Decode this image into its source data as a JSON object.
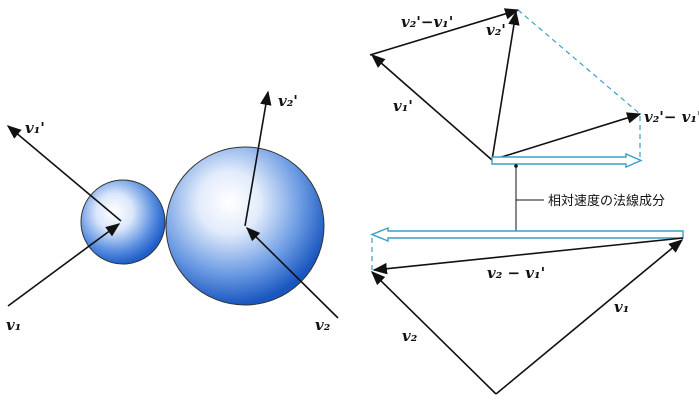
{
  "labels": {
    "v1_prime_left": "v₁'",
    "v2_prime_left": "v₂'",
    "v1_left": "v₁",
    "v2_left": "v₂",
    "top_diff": "v₂'−v₁'",
    "v2_prime_top": "v₂'",
    "v1_prime_top": "v₁'",
    "right_diff": "v₂'− v₁'",
    "annotation": "相対速度の法線成分",
    "bottom_diff": "v₂ − v₁'",
    "v1_bottom": "v₁",
    "v2_bottom": "v₂"
  },
  "colors": {
    "stroke": "#111111",
    "accent_cyan": "#3aa0c8",
    "ball_light": "#ffffff",
    "ball_dark": "#1f5fc8"
  }
}
